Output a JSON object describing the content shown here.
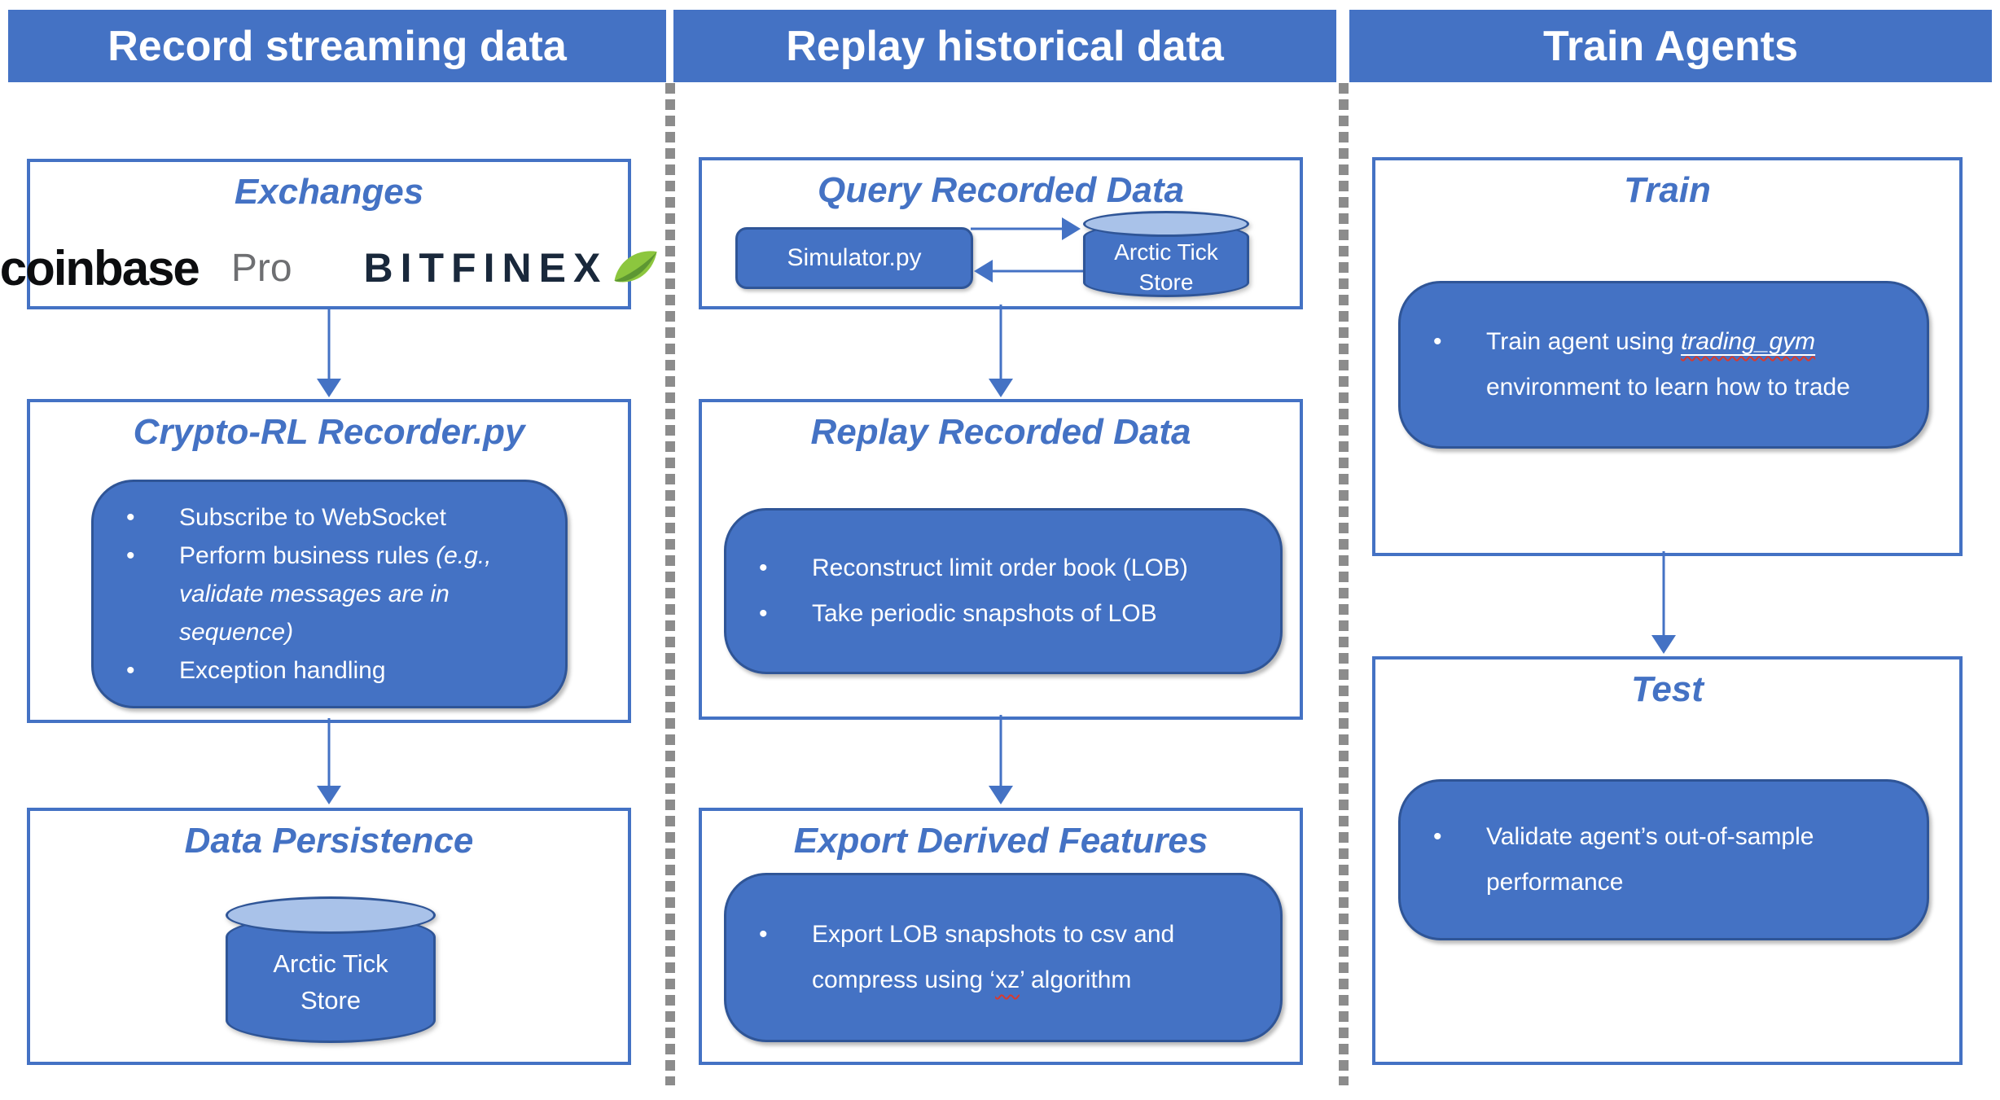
{
  "colors": {
    "accent": "#4472C4",
    "accent_dark": "#2F5597",
    "cylinder_top": "#A9C2E9",
    "divider_gray": "#8C8C8C",
    "squiggle_red": "#D83A2E",
    "coinbase_black": "#0C0D0F",
    "pro_gray": "#6E6F72",
    "bitfinex_navy": "#19283B",
    "leaf_green_light": "#8CC63E",
    "leaf_green_dark": "#5D9732"
  },
  "headers": {
    "col1": "Record streaming data",
    "col2": "Replay historical data",
    "col3": "Train Agents"
  },
  "col1": {
    "exchanges": {
      "title": "Exchanges",
      "coinbase": "coinbase",
      "coinbase_suffix": "Pro",
      "bitfinex": "BITFINEX",
      "leaf_icon": "leaf-icon"
    },
    "recorder": {
      "title": "Crypto-RL Recorder.py",
      "bullet1": "Subscribe to WebSocket",
      "bullet2_plain": "Perform business rules ",
      "bullet2_italic": "(e.g., validate messages are in sequence)",
      "bullet3": "Exception handling"
    },
    "persistence": {
      "title": "Data Persistence",
      "cylinder_line1": "Arctic Tick",
      "cylinder_line2": "Store",
      "cylinder_icon": "database-cylinder-icon"
    }
  },
  "col2": {
    "query": {
      "title": "Query Recorded Data",
      "simulator": "Simulator.py",
      "cylinder_line1": "Arctic Tick",
      "cylinder_line2": "Store",
      "cylinder_icon": "database-cylinder-icon"
    },
    "replay": {
      "title": "Replay Recorded Data",
      "bullet1": "Reconstruct limit order book (LOB)",
      "bullet2": "Take periodic snapshots of LOB"
    },
    "export": {
      "title": "Export Derived Features",
      "bullet_pre": "Export LOB snapshots to csv and compress using ‘",
      "bullet_xz": "xz",
      "bullet_post": "’ algorithm"
    }
  },
  "col3": {
    "train": {
      "title": "Train",
      "bullet_pre": "Train agent using ",
      "bullet_code": "trading_gym",
      "bullet_post": " environment to learn how to trade"
    },
    "test": {
      "title": "Test",
      "bullet": "Validate agent’s out-of-sample performance"
    }
  }
}
